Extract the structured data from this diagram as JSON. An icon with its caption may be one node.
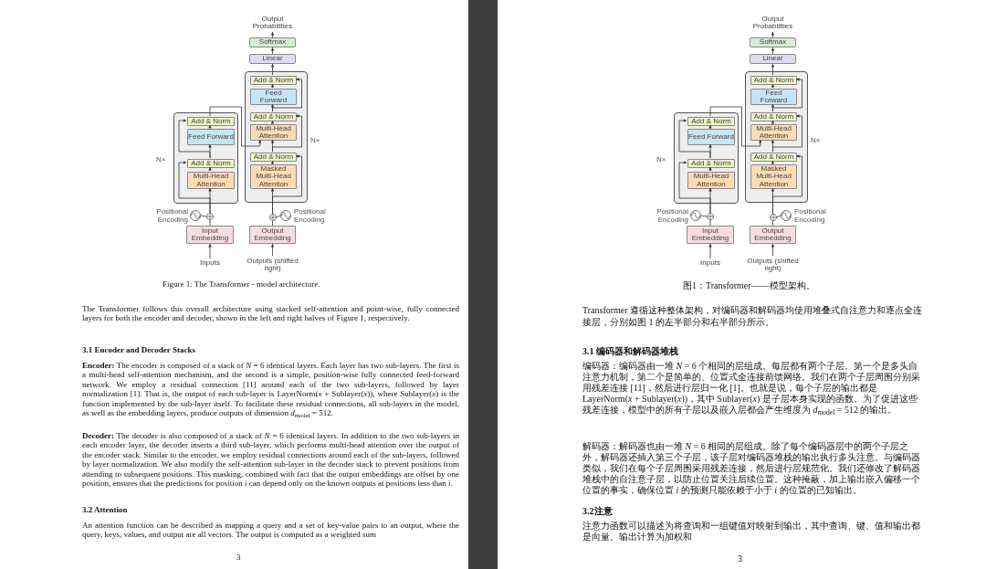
{
  "diagram": {
    "nodes": [
      {
        "text": [
          "Output Probabilities"
        ]
      },
      {
        "text": [
          "Softmax"
        ]
      },
      {
        "text": [
          "Linear"
        ]
      },
      {
        "text": [],
        "shape": "box",
        "beside": [
          "N×"
        ]
      },
      {
        "text": [
          "Add & Norm"
        ],
        "in": 3
      },
      {
        "text": [
          "Feed Forward"
        ],
        "in": 3
      },
      {
        "text": [
          "Add & Norm"
        ],
        "in": 3
      },
      {
        "text": [
          "Multi-Head Attention"
        ],
        "in": 3
      },
      {
        "text": [
          "Add & Norm"
        ],
        "in": 3
      },
      {
        "text": [
          "Masked Multi-Head Attention"
        ],
        "in": 3
      },
      {
        "text": [],
        "shape": "box",
        "beside": [
          "N×"
        ]
      },
      {
        "text": [
          "Add & Norm"
        ],
        "in": 10
      },
      {
        "text": [
          "Feed Forward"
        ],
        "in": 10
      },
      {
        "text": [
          "Add & Norm"
        ],
        "in": 10
      },
      {
        "text": [
          "Multi-Head Attention"
        ],
        "in": 10
      },
      {
        "text": [],
        "shape": "circle",
        "beside": [
          "Positional Encoding"
        ]
      },
      {
        "text": [],
        "shape": "circle"
      },
      {
        "text": [],
        "shape": "circle"
      },
      {
        "text": [],
        "shape": "circle",
        "beside": [
          "Positional Encoding"
        ]
      },
      {
        "text": [
          "Input Embedding"
        ]
      },
      {
        "text": [
          "Output Embedding"
        ]
      },
      {
        "text": [
          "Inputs"
        ]
      },
      {
        "text": [
          "Outputs (shifted right)"
        ]
      },
      {
        "text": [
          "Output Probabilities"
        ]
      },
      {
        "text": [
          "Softmax"
        ]
      },
      {
        "text": [
          "Linear"
        ]
      },
      {
        "text": [],
        "shape": "box",
        "beside": [
          "N×"
        ]
      },
      {
        "text": [
          "Add & Norm"
        ],
        "in": 26
      },
      {
        "text": [
          "Feed Forward"
        ],
        "in": 26
      },
      {
        "text": [
          "Add & Norm"
        ],
        "in": 26
      },
      {
        "text": [
          "Multi-Head Attention"
        ],
        "in": 26
      },
      {
        "text": [
          "Add & Norm"
        ],
        "in": 26
      },
      {
        "text": [
          "Masked Multi-Head Attention"
        ],
        "in": 26
      },
      {
        "text": [],
        "shape": "box",
        "beside": [
          "N×"
        ]
      },
      {
        "text": [
          "Add & Norm"
        ],
        "in": 33
      },
      {
        "text": [
          "Feed Forward"
        ],
        "in": 33
      },
      {
        "text": [
          "Add & Norm"
        ],
        "in": 33
      },
      {
        "text": [
          "Multi-Head Attention"
        ],
        "in": 33
      },
      {
        "text": [],
        "shape": "circle",
        "beside": [
          "Positional Encoding"
        ]
      },
      {
        "text": [],
        "shape": "circle"
      },
      {
        "text": [],
        "shape": "circle"
      },
      {
        "text": [],
        "shape": "circle",
        "beside": [
          "Positional Encoding"
        ]
      },
      {
        "text": [
          "Input Embedding"
        ]
      },
      {
        "text": [
          "Output Embedding"
        ]
      },
      {
        "text": [
          "Inputs"
        ]
      },
      {
        "text": [
          "Outputs (shifted right)"
        ]
      }
    ],
    "edges": [
      {
        "from": 21,
        "to": 19,
        "arrow": "to"
      },
      {
        "from": 19,
        "to": 16,
        "arrow": "none"
      },
      {
        "from": 15,
        "to": 16,
        "arrow": "none"
      },
      {
        "from": 16,
        "to": 14,
        "arrow": "to"
      },
      {
        "from": 16,
        "to": 13,
        "arrow": "to"
      },
      {
        "from": 14,
        "to": 13,
        "arrow": "to"
      },
      {
        "from": 13,
        "to": 12,
        "arrow": "to"
      },
      {
        "from": 13,
        "to": 11,
        "arrow": "to"
      },
      {
        "from": 12,
        "to": 11,
        "arrow": "to"
      },
      {
        "from": 11,
        "to": 7,
        "arrow": "to"
      },
      {
        "from": 22,
        "to": 20,
        "arrow": "to"
      },
      {
        "from": 20,
        "to": 17,
        "arrow": "none"
      },
      {
        "from": 18,
        "to": 17,
        "arrow": "none"
      },
      {
        "from": 17,
        "to": 9,
        "arrow": "to"
      },
      {
        "from": 17,
        "to": 8,
        "arrow": "to"
      },
      {
        "from": 9,
        "to": 8,
        "arrow": "to"
      },
      {
        "from": 8,
        "to": 7,
        "arrow": "to"
      },
      {
        "from": 8,
        "to": 6,
        "arrow": "to"
      },
      {
        "from": 7,
        "to": 6,
        "arrow": "to"
      },
      {
        "from": 6,
        "to": 5,
        "arrow": "to"
      },
      {
        "from": 6,
        "to": 4,
        "arrow": "to"
      },
      {
        "from": 5,
        "to": 4,
        "arrow": "to"
      },
      {
        "from": 4,
        "to": 2,
        "arrow": "to"
      },
      {
        "from": 2,
        "to": 1,
        "arrow": "to"
      },
      {
        "from": 1,
        "to": 0,
        "arrow": "to"
      },
      {
        "from": 44,
        "to": 42,
        "arrow": "to"
      },
      {
        "from": 42,
        "to": 39,
        "arrow": "none"
      },
      {
        "from": 38,
        "to": 39,
        "arrow": "none"
      },
      {
        "from": 39,
        "to": 37,
        "arrow": "to"
      },
      {
        "from": 39,
        "to": 36,
        "arrow": "to"
      },
      {
        "from": 37,
        "to": 36,
        "arrow": "to"
      },
      {
        "from": 36,
        "to": 35,
        "arrow": "to"
      },
      {
        "from": 36,
        "to": 34,
        "arrow": "to"
      },
      {
        "from": 35,
        "to": 34,
        "arrow": "to"
      },
      {
        "from": 34,
        "to": 30,
        "arrow": "to"
      },
      {
        "from": 45,
        "to": 43,
        "arrow": "to"
      },
      {
        "from": 43,
        "to": 40,
        "arrow": "none"
      },
      {
        "from": 41,
        "to": 40,
        "arrow": "none"
      },
      {
        "from": 40,
        "to": 32,
        "arrow": "to"
      },
      {
        "from": 40,
        "to": 31,
        "arrow": "to"
      },
      {
        "from": 32,
        "to": 31,
        "arrow": "to"
      },
      {
        "from": 31,
        "to": 30,
        "arrow": "to"
      },
      {
        "from": 31,
        "to": 29,
        "arrow": "to"
      },
      {
        "from": 30,
        "to": 29,
        "arrow": "to"
      },
      {
        "from": 29,
        "to": 28,
        "arrow": "to"
      },
      {
        "from": 29,
        "to": 27,
        "arrow": "to"
      },
      {
        "from": 28,
        "to": 27,
        "arrow": "to"
      },
      {
        "from": 27,
        "to": 25,
        "arrow": "to"
      },
      {
        "from": 25,
        "to": 24,
        "arrow": "to"
      },
      {
        "from": 24,
        "to": 23,
        "arrow": "to"
      }
    ],
    "labels": [
      "Figure 1: The Transformer - model architecture.",
      "The Transformer follows this overall architecture using stacked self-attention and point-wise, fully connected layers for both the encoder and decoder, shown in the left and right halves of Figure 1, respectively.",
      "3.1 Encoder and Decoder Stacks",
      "**Encoder:** The encoder is composed of a stack of *N* = 6 identical layers. Each layer has two sub-layers. The first is a multi-head self-attention mechanism, and the second is a simple, position-wise fully connected feed-forward network. We employ a residual connection [11] around each of the two sub-layers, followed by layer normalization [1]. That is, the output of each sub-layer is LayerNorm(*x* + Sublayer(*x*)), where Sublayer(*x*) is the function implemented by the sub-layer itself. To facilitate these residual connections, all sub-layers in the model, as well as the embedding layers, produce outputs of dimension *d*$_{model}$ = 512.",
      "**Decoder:** The decoder is also composed of a stack of *N* = 6 identical layers. In addition to the two sub-layers in each encoder layer, the decoder inserts a third sub-layer, which performs multi-head attention over the output of the encoder stack. Similar to the encoder, we employ residual connections around each of the sub-layers, followed by layer normalization. We also modify the self-attention sub-layer in the decoder stack to prevent positions from attending to subsequent positions. This masking, combined with fact that the output embeddings are offset by one position, ensures that the predictions for position *i* can depend only on the known outputs at positions less than *i*.",
      "3.2 Attention",
      "An attention function can be described as mapping a query and a set of key-value pairs to an output, where the query, keys, values, and output are all vectors. The output is computed as a weighted sum",
      "3",
      "图1：Transformer——模型架构。",
      "Transformer 遵循这种整体架构，对编码器和解码器均使用堆叠式自注意力和逐点全连接层，分别如图 1 的左半部分和右半部分所示。",
      "3.1 编码器和解码器堆栈",
      "编码器：编码器由一堆 *N* = 6 个相同的层组成。每层都有两个子层。第一个是多头自注意力机制，第二个是简单的、位置式全连接前馈网络。我们在两个子层周围分别采用残差连接 [11]，然后进行层归一化 [1]。也就是说，每个子层的输出都是 LayerNorm(*x* + Sublayer(*x*))，其中 Sublayer(*x*) 是子层本身实现的函数。为了促进这些残差连接，模型中的所有子层以及嵌入层都会产生维度为 *d*$_{model}$ = 512 的输出。",
      "解码器：解码器也由一堆 *N* = 6 相同的层组成。除了每个编码器层中的两个子层之外，解码器还插入第三个子层，该子层对编码器堆栈的输出执行多头注意。与编码器类似，我们在每个子层周围采用残差连接，然后进行层规范化。我们还修改了解码器堆栈中的自注意子层，以防止位置关注后续位置。这种掩蔽，加上输出嵌入偏移一个位置的事实，确保位置 *i* 的预测只能依赖于小于 *i* 的位置的已知输出。",
      "3.2注意",
      "注意力函数可以描述为将查询和一组键值对映射到输出，其中查询、键、值和输出都是向量。输出计算为加权和",
      "3"
    ]
  }
}
